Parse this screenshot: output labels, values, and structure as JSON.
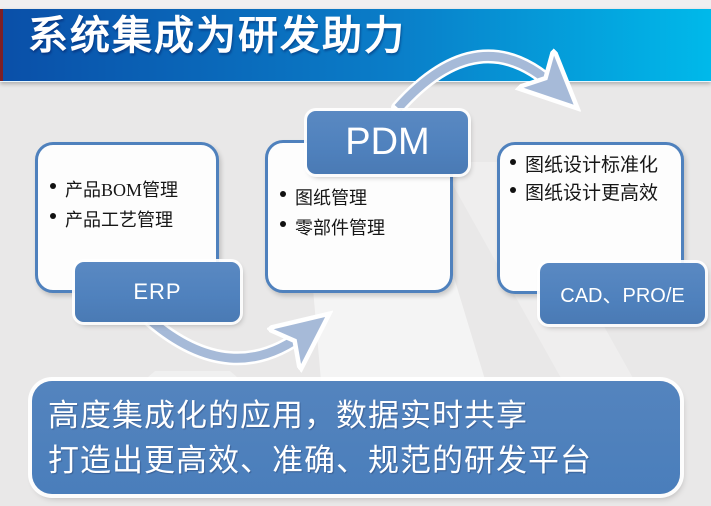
{
  "title": "系统集成为研发助力",
  "stages": [
    {
      "system": "ERP",
      "bullets": [
        "产品BOM管理",
        "产品工艺管理"
      ]
    },
    {
      "system": "PDM",
      "bullets": [
        "图纸管理",
        "零部件管理"
      ]
    },
    {
      "system": "CAD、PRO/E",
      "bullets": [
        "图纸设计标准化",
        "图纸设计更高效"
      ]
    }
  ],
  "banner": {
    "line1": "高度集成化的应用，数据实时共享",
    "line2": "打造出更高效、准确、规范的研发平台"
  },
  "colors": {
    "band_gradient_left": "#0a4fa8",
    "band_gradient_right": "#00b9ea",
    "system_box_blue": "#4f81bd",
    "arrow_blue": "#a6bad8",
    "accent_red": "#7d1f25",
    "body_background": "#e9e8e8"
  }
}
